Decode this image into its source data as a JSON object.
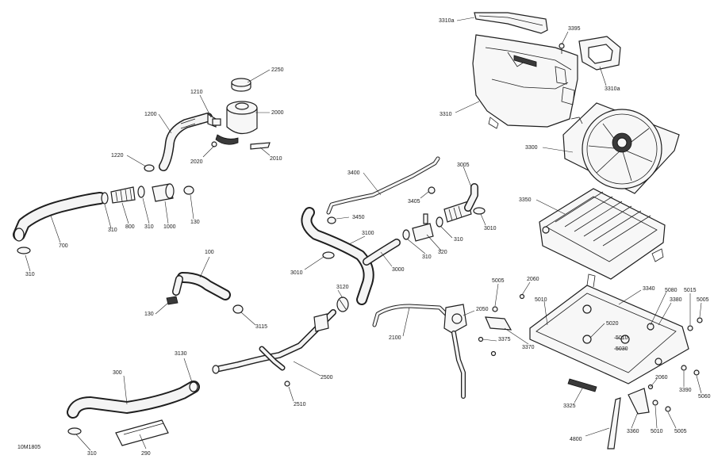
{
  "diagram_code": "10M1805",
  "callouts": {
    "c3310a_top": "3310a",
    "c3395": "3395",
    "c3310a_right": "3310a",
    "c3310": "3310",
    "c2250": "2250",
    "c1210": "1210",
    "c2000": "2000",
    "c1200": "1200",
    "c1220": "1220",
    "c2020": "2020",
    "c2010": "2010",
    "c3300": "3300",
    "c3400": "3400",
    "c3005": "3005",
    "c3405": "3405",
    "c3450": "3450",
    "c3350": "3350",
    "c310_a": "310",
    "c800": "800",
    "c310_b": "310",
    "c1000": "1000",
    "c130_a": "130",
    "c700": "700",
    "c310_c": "310",
    "c3010_a": "3010",
    "c310_d": "310",
    "c3100": "3100",
    "c320": "320",
    "c310_e": "310",
    "c3010_b": "3010",
    "c3000": "3000",
    "c100": "100",
    "c3120": "3120",
    "c5005_a": "5005",
    "c2060_a": "2060",
    "c3340": "3340",
    "c5080": "5080",
    "c5015": "5015",
    "c5005_b": "5005",
    "c3380": "3380",
    "c130_b": "130",
    "c3115": "3115",
    "c2050": "2050",
    "c5010_a": "5010",
    "c5020": "5020",
    "c2100": "2100",
    "c3375": "3375",
    "c3370": "3370",
    "c5010_b": "5010",
    "c5030": "5030",
    "c3130": "3130",
    "c2500": "2500",
    "c3390": "3390",
    "c5060": "5060",
    "c2060_b": "2060",
    "c300": "300",
    "c2510": "2510",
    "c3325": "3325",
    "c3360": "3360",
    "c5010_c": "5010",
    "c5005_c": "5005",
    "c4800": "4800",
    "c290": "290",
    "c310_f": "310"
  }
}
